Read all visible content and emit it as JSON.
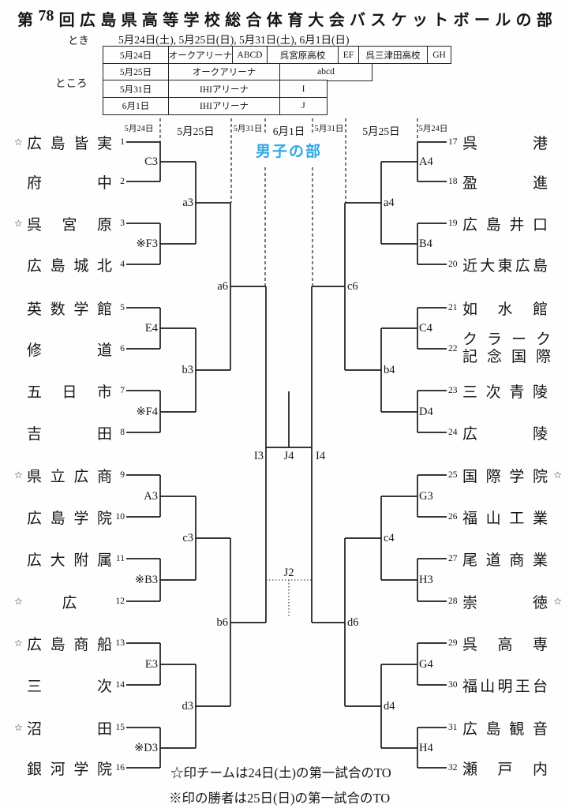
{
  "title": "第78回広島県高等学校総合体育大会バスケットボールの部",
  "schedule": {
    "label": "とき",
    "value": "5月24日(土), 5月25日(日), 5月31日(土), 6月1日(日)"
  },
  "venue": {
    "label": "ところ",
    "rows": [
      {
        "date": "5月24日",
        "cells": [
          "オークアリーナ",
          "ABCD",
          "呉宮原高校",
          "EF",
          "呉三津田高校",
          "GH"
        ]
      },
      {
        "date": "5月25日",
        "cells": [
          "オークアリーナ",
          "abcd"
        ]
      },
      {
        "date": "5月31日",
        "cells": [
          "IHIアリーナ",
          "I"
        ]
      },
      {
        "date": "6月1日",
        "cells": [
          "IHIアリーナ",
          "J"
        ]
      }
    ]
  },
  "header_dates": [
    "5月24日",
    "5月25日",
    "5月31日",
    "6月1日",
    "5月31日",
    "5月25日",
    "5月24日"
  ],
  "section": {
    "label": "男子の部",
    "color": "#2ea8e6"
  },
  "teams": [
    {
      "num": "1",
      "name": "広島皆実",
      "star": "☆"
    },
    {
      "num": "2",
      "name": "府中"
    },
    {
      "num": "3",
      "name": "呉宮原",
      "star": "☆"
    },
    {
      "num": "4",
      "name": "広島城北"
    },
    {
      "num": "5",
      "name": "英数学館"
    },
    {
      "num": "6",
      "name": "修道"
    },
    {
      "num": "7",
      "name": "五日市"
    },
    {
      "num": "8",
      "name": "吉田"
    },
    {
      "num": "9",
      "name": "県立広商",
      "star": "☆"
    },
    {
      "num": "10",
      "name": "広島学院"
    },
    {
      "num": "11",
      "name": "広大附属"
    },
    {
      "num": "12",
      "name": "広",
      "star": "☆"
    },
    {
      "num": "13",
      "name": "広島商船",
      "star": "☆"
    },
    {
      "num": "14",
      "name": "三次"
    },
    {
      "num": "15",
      "name": "沼田",
      "star": "☆"
    },
    {
      "num": "16",
      "name": "銀河学院"
    },
    {
      "num": "17",
      "name": "呉港"
    },
    {
      "num": "18",
      "name": "盈進"
    },
    {
      "num": "19",
      "name": "広島井口"
    },
    {
      "num": "20",
      "name": "近大東広島"
    },
    {
      "num": "21",
      "name": "如水館"
    },
    {
      "num": "22",
      "name": "クラーク",
      "name2": "記念国際"
    },
    {
      "num": "23",
      "name": "三次青陵"
    },
    {
      "num": "24",
      "name": "広陵"
    },
    {
      "num": "25",
      "name": "国際学院",
      "star": "☆"
    },
    {
      "num": "26",
      "name": "福山工業"
    },
    {
      "num": "27",
      "name": "尾道商業"
    },
    {
      "num": "28",
      "name": "崇徳",
      "star": "☆"
    },
    {
      "num": "29",
      "name": "呉高専"
    },
    {
      "num": "30",
      "name": "福山明王台"
    },
    {
      "num": "31",
      "name": "広島観音"
    },
    {
      "num": "32",
      "name": "瀬戸内"
    }
  ],
  "matches": {
    "r1_left": [
      "C3",
      "※F3",
      "E4",
      "※F4",
      "A3",
      "※B3",
      "E3",
      "※D3"
    ],
    "r2_left": [
      "a3",
      "b3",
      "c3",
      "d3"
    ],
    "r3_left": [
      "a6",
      "b6"
    ],
    "r1_right": [
      "A4",
      "B4",
      "C4",
      "D4",
      "G3",
      "H3",
      "G4",
      "H4"
    ],
    "r2_right": [
      "a4",
      "b4",
      "c4",
      "d4"
    ],
    "r3_right": [
      "c6",
      "d6"
    ],
    "semi_left": "I3",
    "final": "J4",
    "semi_right": "I4",
    "third_place": "J2"
  },
  "notes": {
    "star_note": "☆印チームは24日(土)の第一試合のTO",
    "cross_note": "※印の勝者は25日(日)の第一試合のTO"
  }
}
